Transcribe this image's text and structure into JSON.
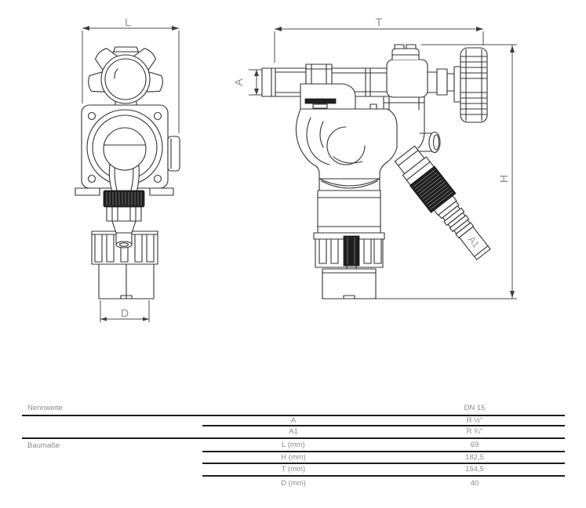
{
  "drawing": {
    "labels": {
      "width_left": "L",
      "depth": "T",
      "inlet": "A",
      "height": "H",
      "hose_outlet": "A1",
      "outlet_diameter": "D"
    }
  },
  "table": {
    "rows": [
      {
        "group": "Nennweite",
        "param": "",
        "value": "DN 15"
      },
      {
        "group": "",
        "param": "A",
        "value": "R ½\""
      },
      {
        "group": "",
        "param": "A1",
        "value": "R ¾\""
      },
      {
        "group": "Baumaße",
        "param": "L (mm)",
        "value": "69"
      },
      {
        "group": "",
        "param": "H (mm)",
        "value": "182,5"
      },
      {
        "group": "",
        "param": "T (mm)",
        "value": "154,5"
      },
      {
        "group": "",
        "param": "D (mm)",
        "value": "40"
      }
    ]
  },
  "colors": {
    "line": "#333333",
    "dimension_line": "#4d4d4d",
    "label_gray": "#8f8f8f",
    "table_text": "#8c8c8c",
    "table_rule": "#1c1c1c",
    "knurl_dark": "#1f1f1f",
    "background": "#ffffff"
  }
}
